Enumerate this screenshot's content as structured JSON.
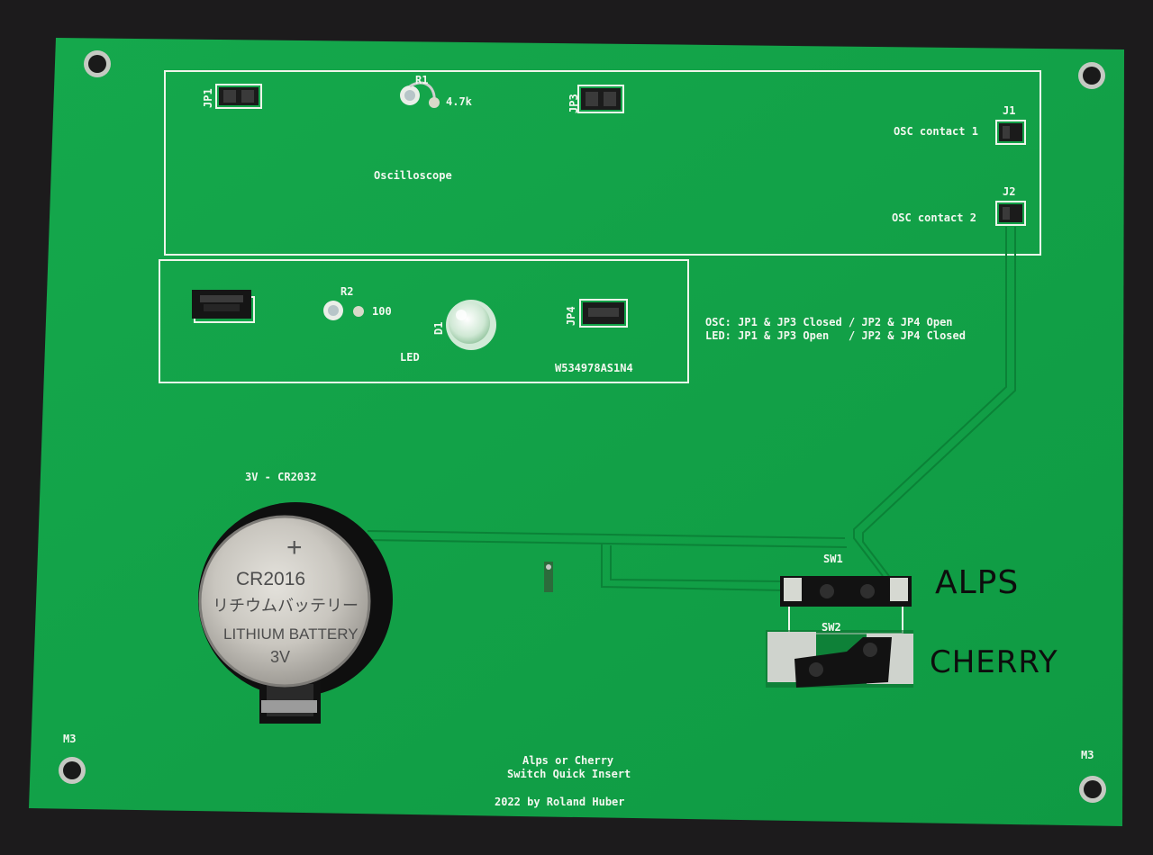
{
  "board": {
    "title_line1": "Alps or Cherry",
    "title_line2": "Switch Quick Insert",
    "credit": "2022 by Roland Huber",
    "colors": {
      "board": "#12a34a",
      "silkscreen": "#f2f7ef",
      "trace": "#0f8a3c",
      "background": "#1c1b1c"
    }
  },
  "oscilloscope": {
    "label": "Oscilloscope",
    "jp1_label": "JP1",
    "jp3_label": "JP3",
    "r1_label": "R1",
    "r1_value": "4.7k",
    "j1_label": "J1",
    "j2_label": "J2",
    "contact1": "OSC contact 1",
    "contact2": "OSC contact 2"
  },
  "led_section": {
    "label": "LED",
    "r2_label": "R2",
    "r2_value": "100",
    "d1_label": "D1",
    "jp4_label": "JP4",
    "serial": "W534978AS1N4"
  },
  "instructions": {
    "line1": "OSC: JP1 & JP3 Closed / JP2 & JP4 Open",
    "line2": "LED: JP1 & JP3 Open   / JP2 & JP4 Closed"
  },
  "battery": {
    "label": "3V - CR2032",
    "plus": "+",
    "model": "CR2016",
    "japanese": "リチウムバッテリー",
    "type": "LITHIUM BATTERY",
    "voltage": "3V"
  },
  "switches": {
    "sw1_label": "SW1",
    "sw2_label": "SW2",
    "alps_handwritten": "ALPS",
    "cherry_handwritten": "CHERRY"
  },
  "mounting": {
    "left_label": "M3",
    "right_label": "M3"
  }
}
